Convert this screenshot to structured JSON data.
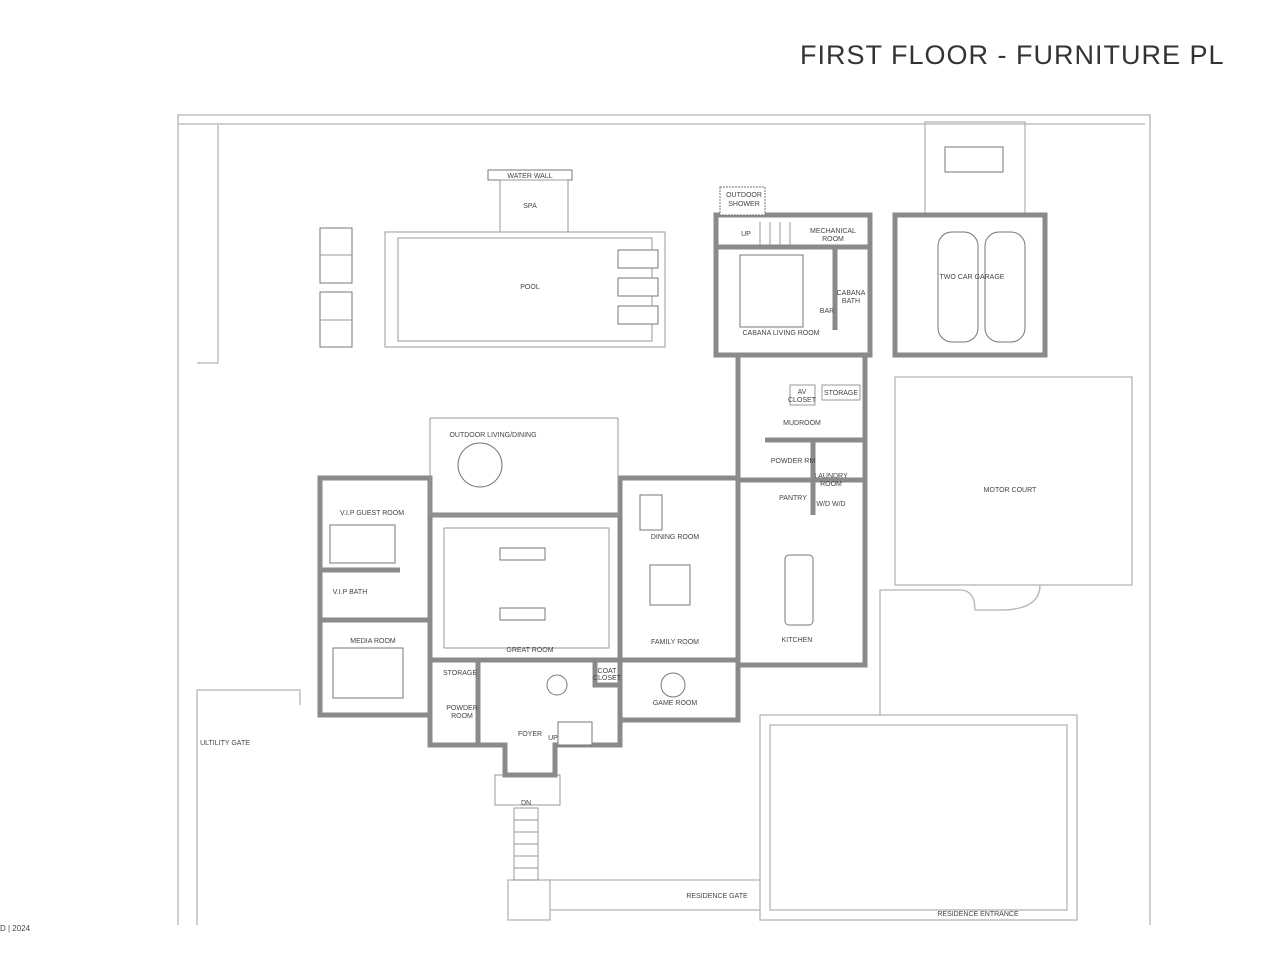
{
  "title": "FIRST FLOOR - FURNITURE PL",
  "footer": "D | 2024",
  "labels": {
    "water_wall": "WATER WALL",
    "spa": "SPA",
    "pool": "POOL",
    "outdoor_shower_1": "OUTDOOR",
    "outdoor_shower_2": "SHOWER",
    "mechanical_1": "MECHANICAL",
    "mechanical_2": "ROOM",
    "up_cabana": "UP",
    "garage": "TWO CAR GARAGE",
    "cabana_living": "CABANA LIVING ROOM",
    "cabana_bath_1": "CABANA",
    "cabana_bath_2": "BATH",
    "bar": "BAR",
    "av_closet_1": "AV",
    "av_closet_2": "CLOSET",
    "storage_mud": "STORAGE",
    "mudroom": "MUDROOM",
    "outdoor_living": "OUTDOOR LIVING/DINING",
    "vip_guest": "V.I.P GUEST ROOM",
    "vip_bath": "V.I.P BATH",
    "media": "MEDIA ROOM",
    "great_room": "GREAT ROOM",
    "dining": "DINING ROOM",
    "family": "FAMILY ROOM",
    "kitchen": "KITCHEN",
    "powder_rm": "POWDER RM",
    "laundry_1": "LAUNDRY",
    "laundry_2": "ROOM",
    "pantry": "PANTRY",
    "wd": "W/D W/D",
    "motor_court": "MOTOR COURT",
    "storage_foyer": "STORAGE",
    "powder_room_1": "POWDER",
    "powder_room_2": "ROOM",
    "coat_closet_1": "COAT",
    "coat_closet_2": "CLOSET",
    "game_room": "GAME ROOM",
    "foyer": "FOYER",
    "up_foyer": "UP",
    "dn": "DN",
    "utility_gate": "ULTILITY GATE",
    "residence_gate": "RESIDENCE GATE",
    "residence_entrance": "RESIDENCE ENTRANCE"
  }
}
